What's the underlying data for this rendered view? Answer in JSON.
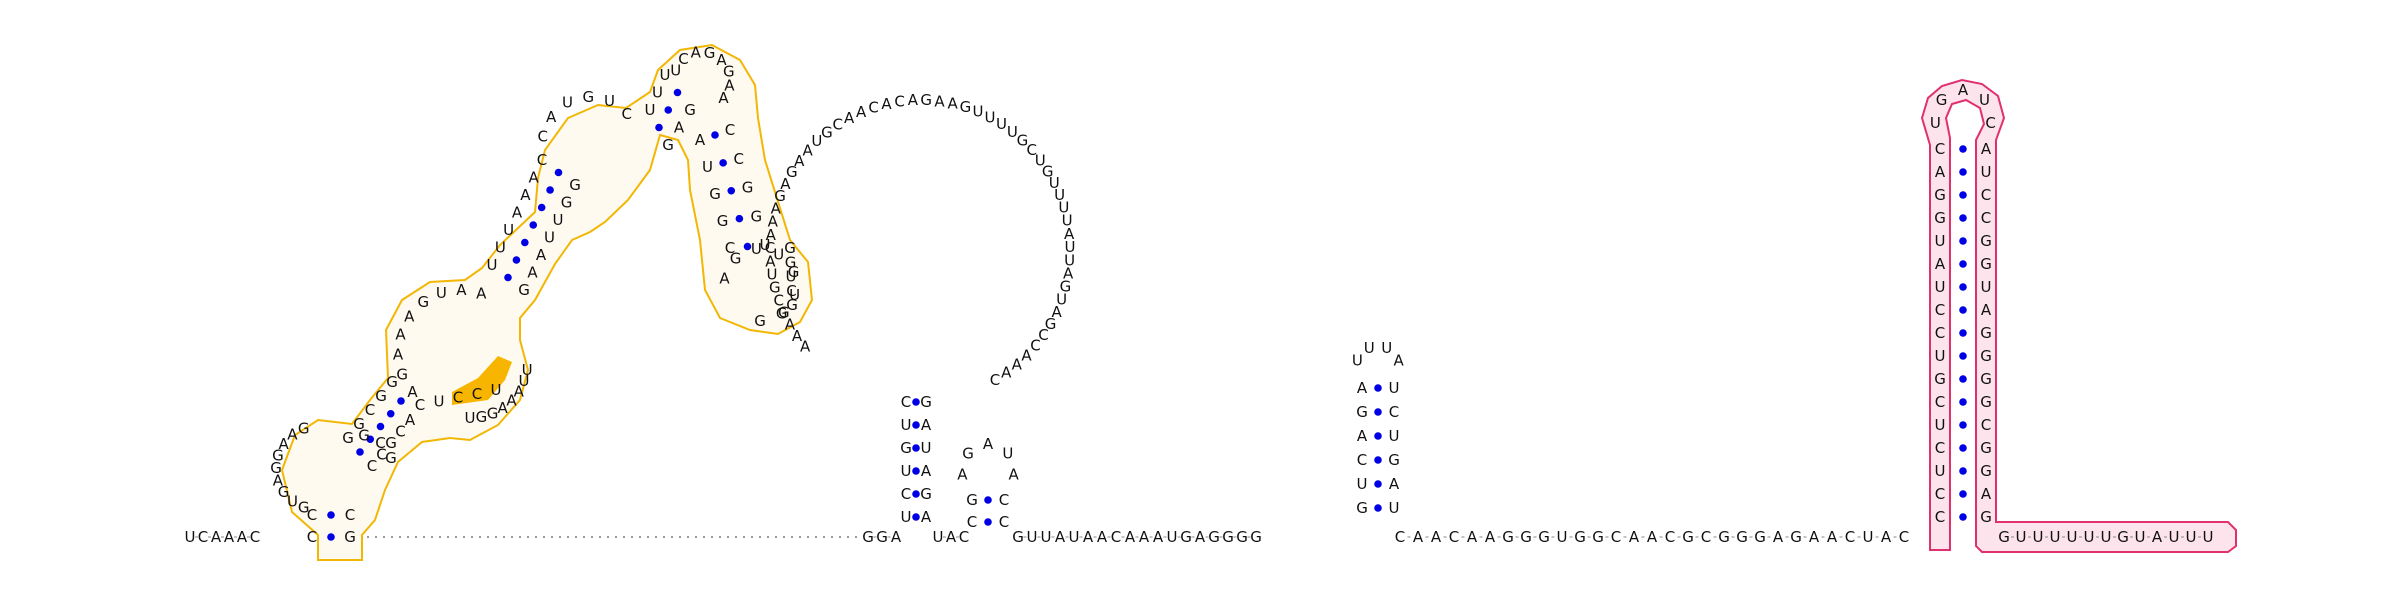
{
  "diagram": {
    "type": "RNA secondary structure",
    "colors": {
      "background": "#ffffff",
      "base_text": "#111111",
      "pair_dot": "#0000e6",
      "backbone_line": "#888888",
      "domain1_outline": "#f2b705",
      "domain1_highlight": "#f7b500",
      "domain2_outline": "#e03070",
      "domain2_fill": "#fde3ec"
    },
    "segments": {
      "five_prime_tail": "UCAAAC",
      "domain1_stem": [
        "C",
        "C",
        "G",
        "C"
      ],
      "domain1_helix_a_left": [
        "G",
        "U",
        "G",
        "A",
        "G"
      ],
      "domain1_loop_top": "GAAGGCG",
      "domain1_helix_b": [
        "C",
        "C",
        "U",
        "C",
        "C",
        "U"
      ],
      "domain1_internal_loop": "AGAAAGUAA",
      "domain1_arm_left": "UUUAAAC",
      "domain1_arm_right": "UUAAAGGUUUGG",
      "domain1_loop2": "CAUGUC",
      "domain1_hairpin": "UCAGAGAAC",
      "domain1_helix_c_right": [
        "G",
        "U",
        "G",
        "G",
        "C"
      ],
      "domain1_small_loop": "AGUUGUG",
      "domain1_misc": "GGUCGAUGG",
      "multiloop": "AAAGCGUACAAAGAGAAUGCAACACAGAAGUUUUGCUGUUUUAUUAGUAGCCAAAC",
      "linker": ". . . . . . . . . . . . . . . . . . . . . . . . . . . . . . . . . .",
      "stem2_left": [
        "G",
        "G",
        "A",
        "U",
        "A",
        "C"
      ],
      "stem2_right": [
        "U",
        "U",
        "A",
        "A",
        "G",
        "G"
      ],
      "stem2_5p": [
        "U",
        "G",
        "U",
        "C",
        "U"
      ],
      "stem2_3p": [
        "A",
        "U",
        "A",
        "G",
        "A"
      ],
      "hairpin2_loop": "AGAUAC",
      "hairpin2_stem": [
        "G",
        "C",
        "C",
        "C"
      ],
      "middle_run": "GUUAUAACAAAUGAGGGG",
      "hairpin3_left": [
        "G",
        "U",
        "C",
        "A",
        "G",
        "A"
      ],
      "hairpin3_right": [
        "U",
        "A",
        "G",
        "U",
        "C",
        "U"
      ],
      "hairpin3_loop": "UUUA",
      "run_after_h3": "CAACAAGGGUGGCAACGCGGGAGAACUAC",
      "domain2_left": [
        "C",
        "C",
        "U",
        "C",
        "U",
        "C",
        "G",
        "U",
        "C",
        "C",
        "U",
        "A",
        "U",
        "G",
        "G",
        "A",
        "C"
      ],
      "domain2_right": [
        "G",
        "A",
        "G",
        "G",
        "C",
        "G",
        "G",
        "G",
        "G",
        "A",
        "U",
        "G",
        "G",
        "C",
        "C",
        "U",
        "A"
      ],
      "domain2_loop": "UGAUC",
      "three_prime_tail": "GUUUUUUGUAUUU"
    }
  }
}
